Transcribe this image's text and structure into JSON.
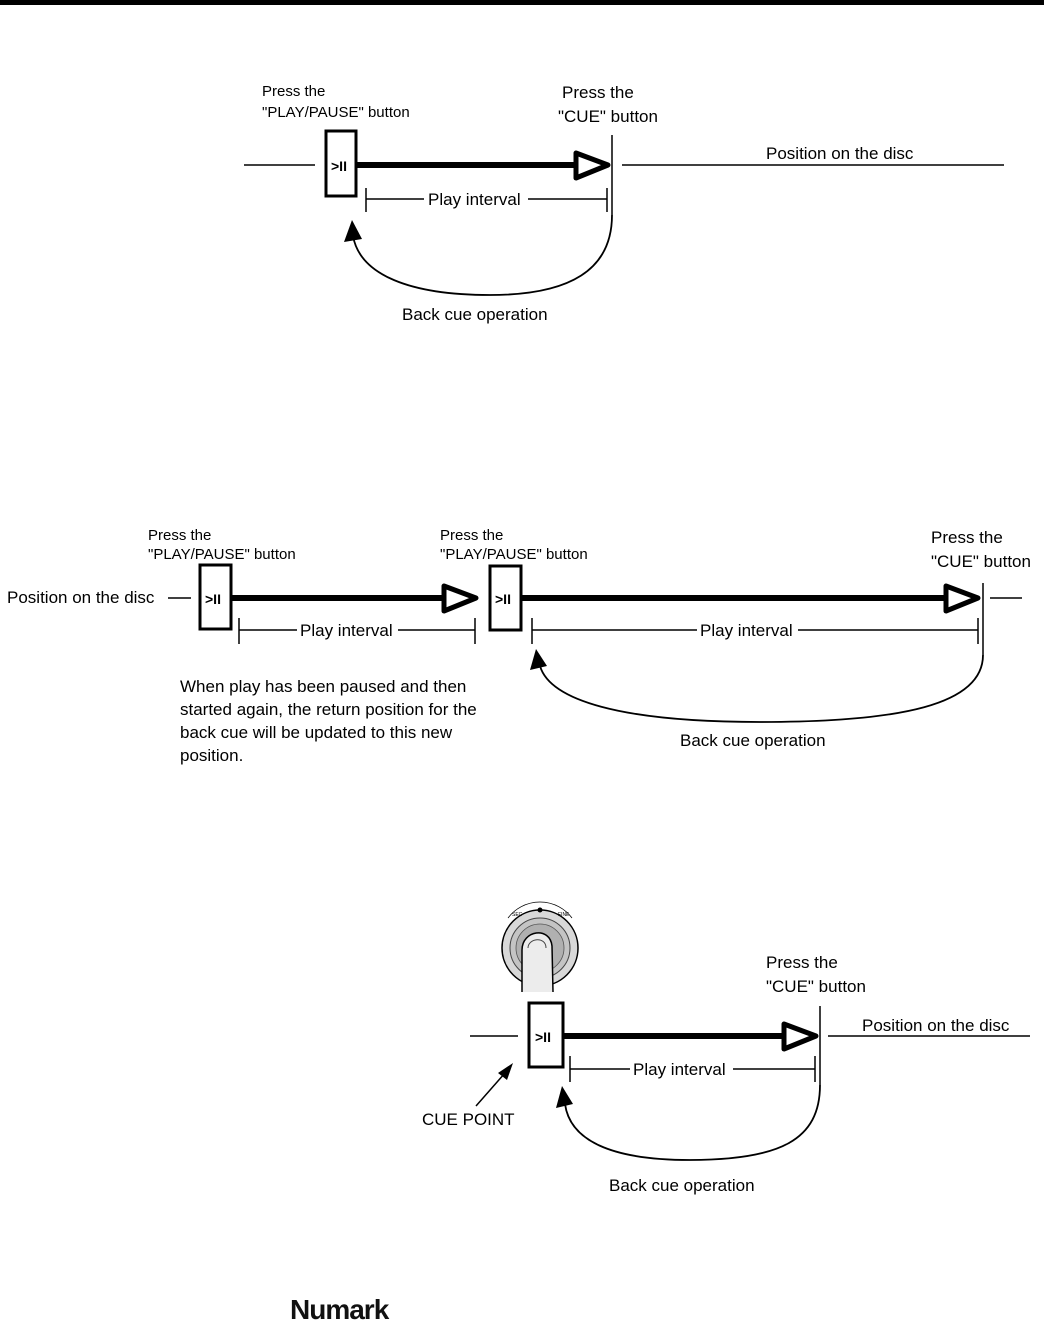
{
  "diagram1": {
    "play_label_line1": "Press the",
    "play_label_line2": "\"PLAY/PAUSE\" button",
    "cue_label_line1": "Press the",
    "cue_label_line2": "\"CUE\" button",
    "position_label": "Position on the disc",
    "interval_label": "Play interval",
    "back_cue_label": "Back cue operation",
    "button_symbol": ">II"
  },
  "diagram2": {
    "position_label": "Position on the disc",
    "play1_label_line1": "Press the",
    "play1_label_line2": "\"PLAY/PAUSE\" button",
    "play2_label_line1": "Press the",
    "play2_label_line2": "\"PLAY/PAUSE\" button",
    "cue_label_line1": "Press the",
    "cue_label_line2": "\"CUE\" button",
    "interval1_label": "Play interval",
    "interval2_label": "Play interval",
    "back_cue_label": "Back cue operation",
    "note_lines": [
      "When play has been paused and then",
      "started again, the return position for the",
      "back cue will be updated to this new",
      "position."
    ],
    "button_symbol": ">II"
  },
  "diagram3": {
    "cue_label_line1": "Press the",
    "cue_label_line2": "\"CUE\" button",
    "position_label": "Position on the disc",
    "interval_label": "Play interval",
    "cue_point_label": "CUE POINT",
    "back_cue_label": "Back cue operation",
    "button_symbol": ">II",
    "knob_left_label": "SEC",
    "knob_right_label": "FINE"
  },
  "footer": {
    "brand": "Numark"
  }
}
